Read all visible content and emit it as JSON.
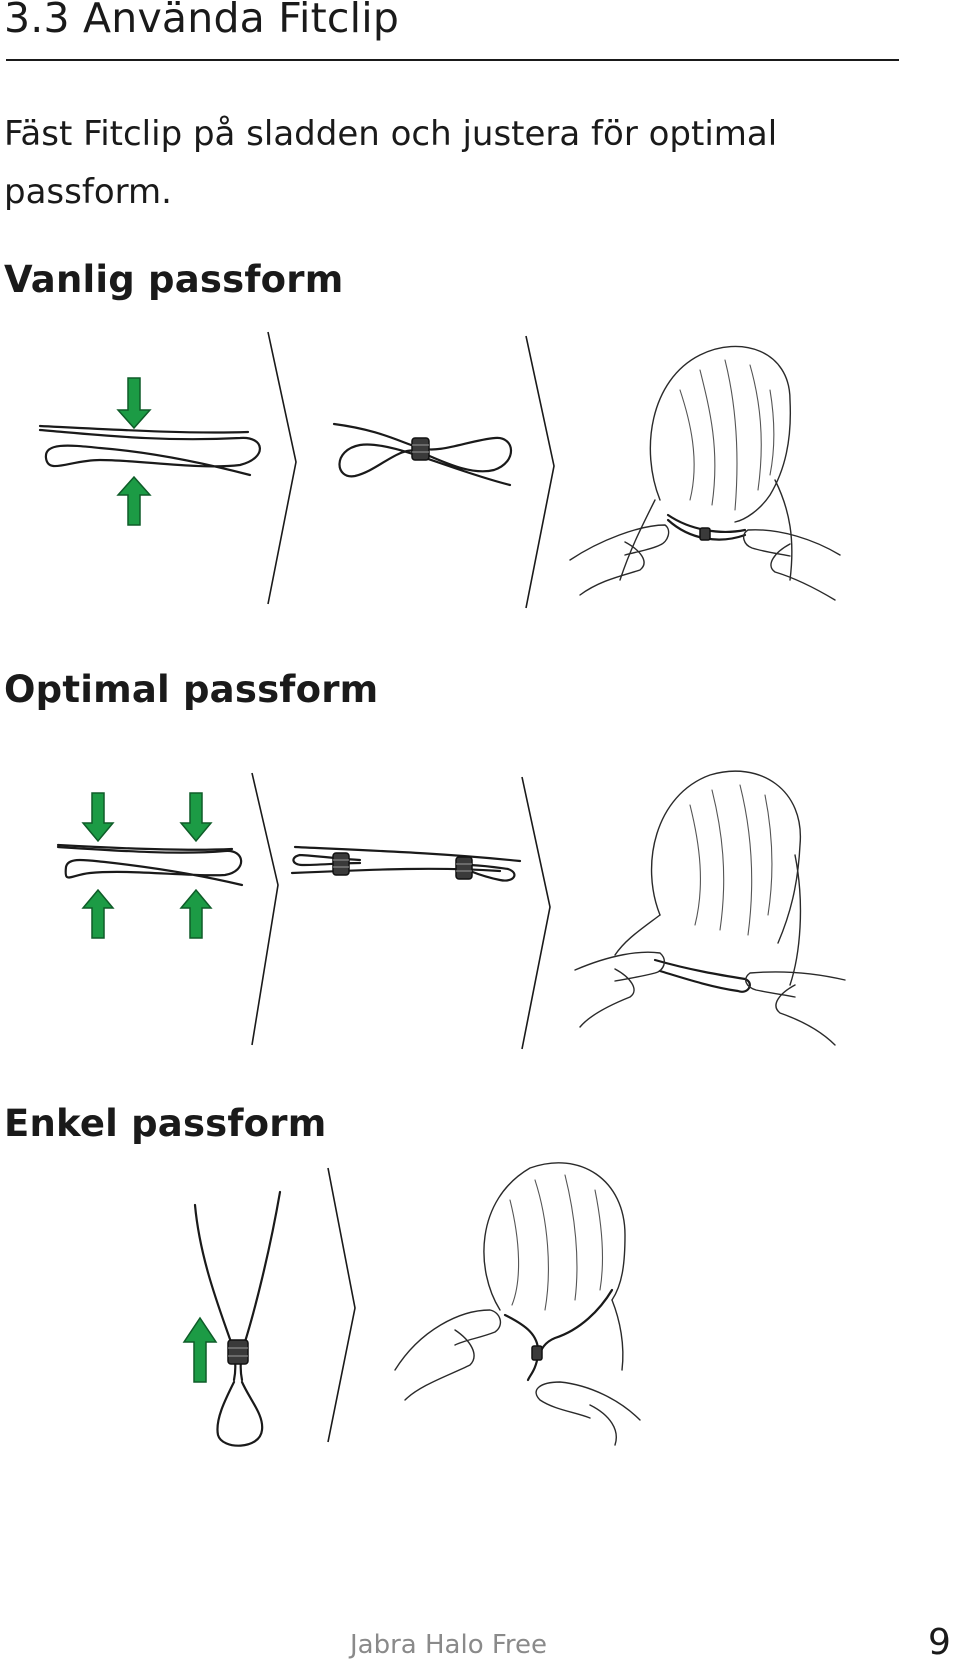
{
  "header": {
    "title": "3.3 Använda Fitclip"
  },
  "intro": {
    "text": "Fäst Fitclip på sladden och justera för optimal passform."
  },
  "sections": [
    {
      "heading": "Vanlig passform"
    },
    {
      "heading": "Optimal passform"
    },
    {
      "heading": "Enkel passform"
    }
  ],
  "footer": {
    "product": "Jabra Halo Free",
    "page": "9"
  },
  "colors": {
    "arrow": "#1c9b45",
    "text": "#1a1a1a",
    "footer_text": "#8a8a8a"
  },
  "icons": [
    "arrow-down-icon",
    "arrow-up-icon",
    "fitclip-icon"
  ]
}
